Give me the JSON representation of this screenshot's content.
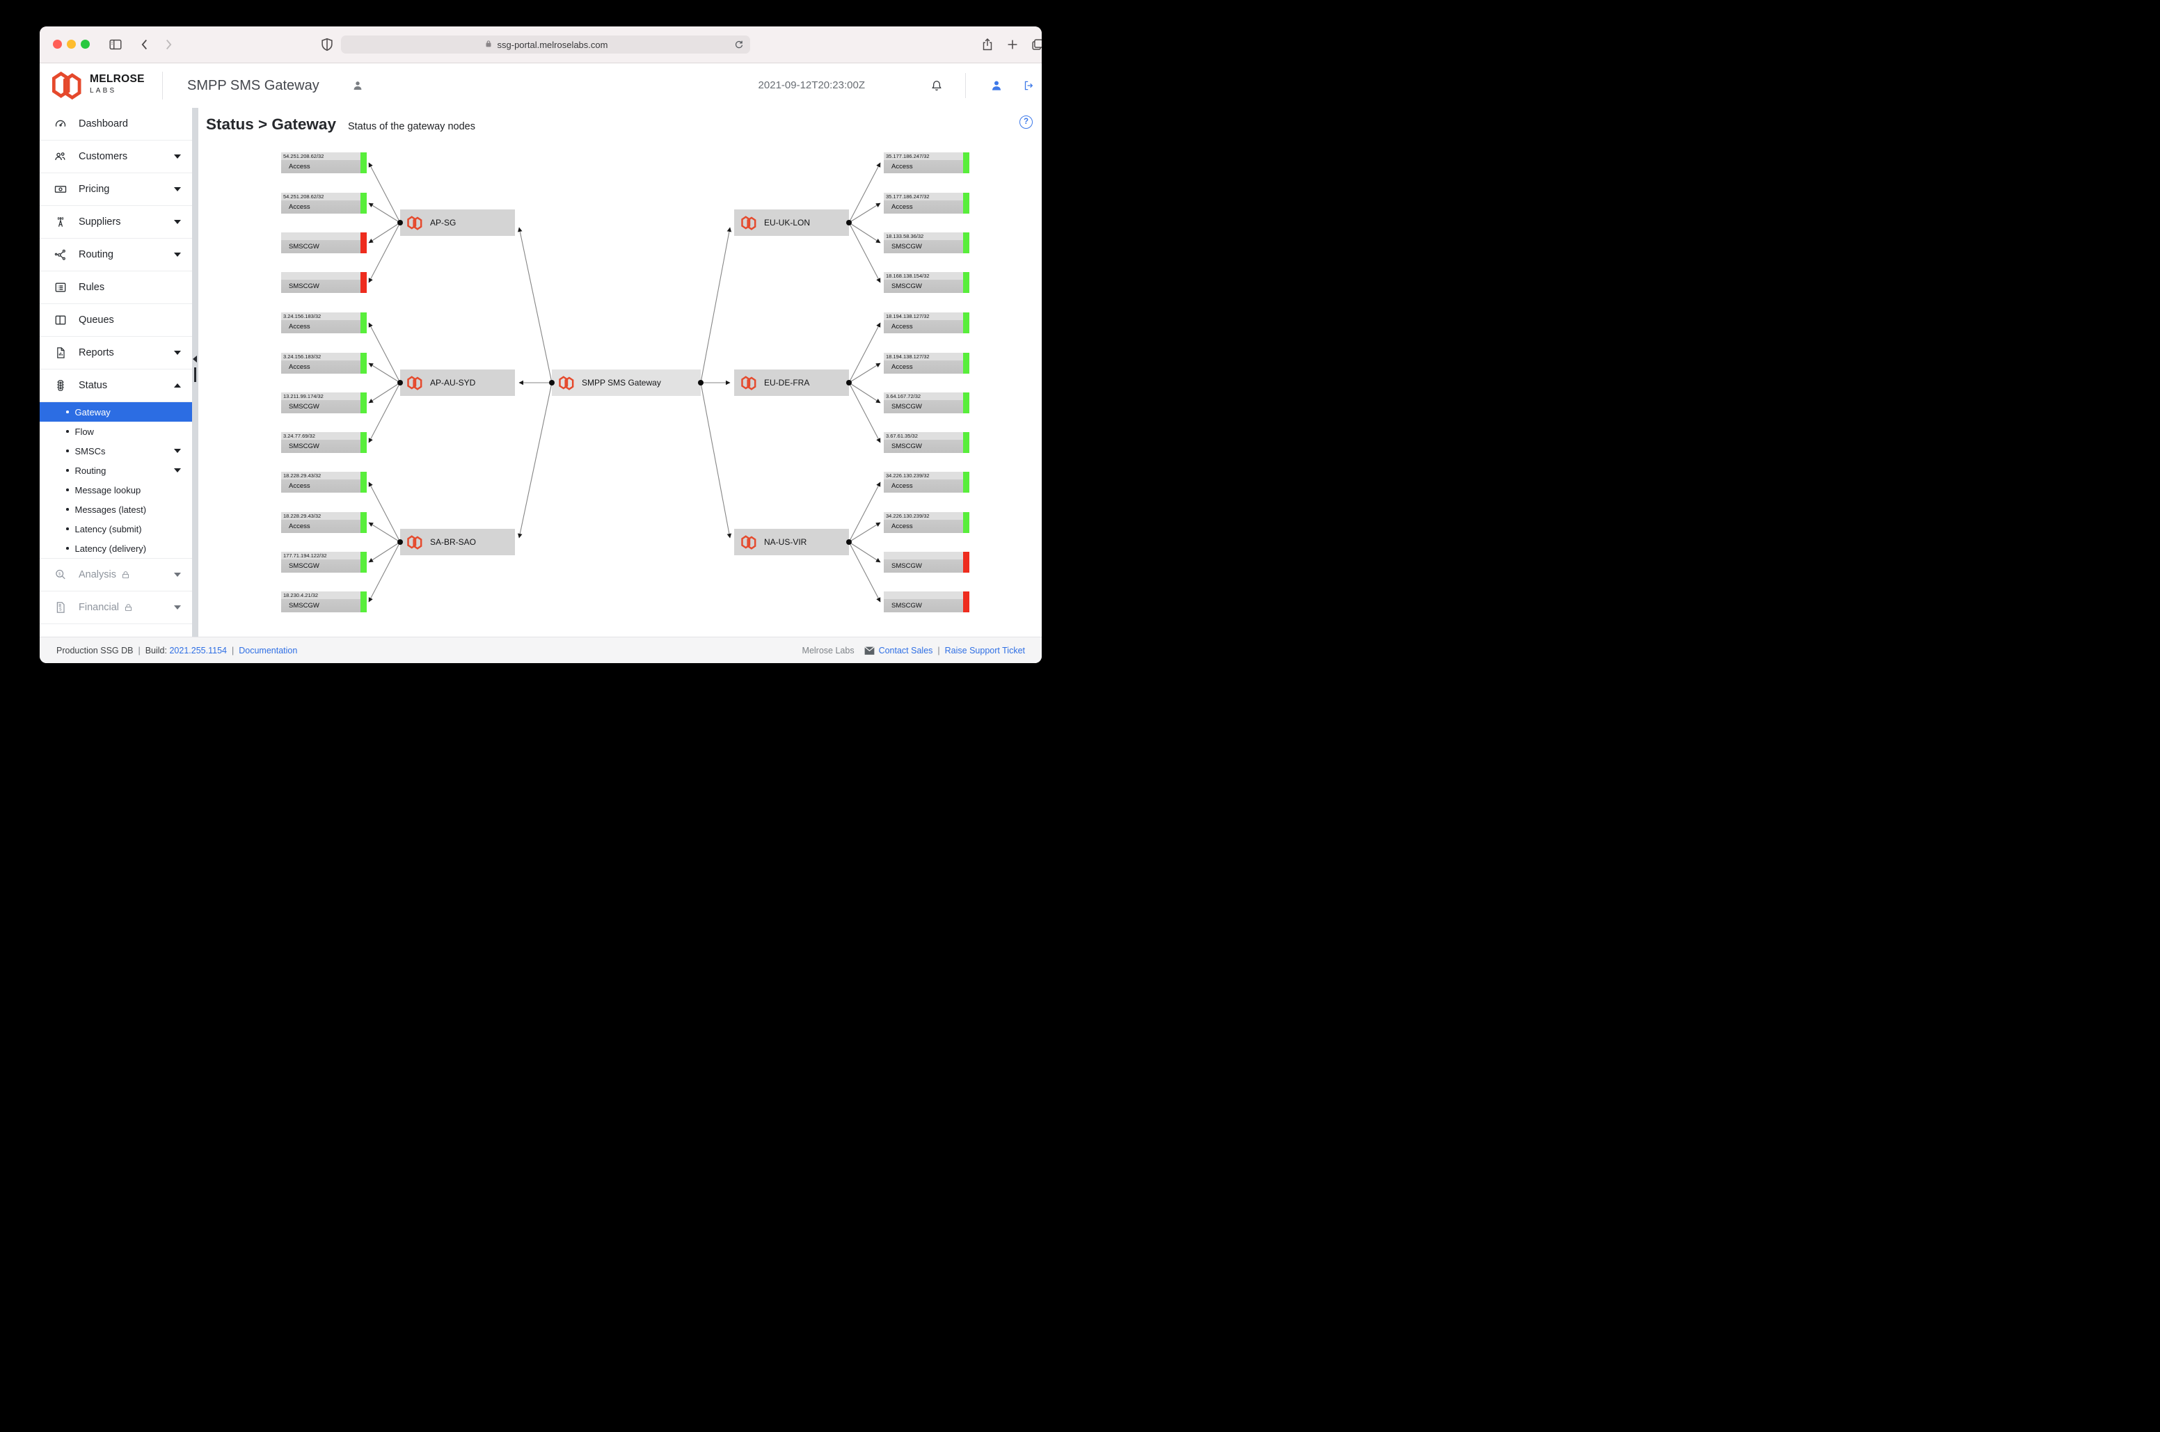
{
  "browser": {
    "url": "ssg-portal.melroselabs.com"
  },
  "header": {
    "brand_name": "MELROSE",
    "brand_sub": "LABS",
    "app_title": "SMPP SMS Gateway",
    "timestamp": "2021-09-12T20:23:00Z"
  },
  "sidebar": {
    "items": [
      {
        "label": "Dashboard"
      },
      {
        "label": "Customers",
        "expandable": true
      },
      {
        "label": "Pricing",
        "expandable": true
      },
      {
        "label": "Suppliers",
        "expandable": true
      },
      {
        "label": "Routing",
        "expandable": true
      },
      {
        "label": "Rules"
      },
      {
        "label": "Queues"
      },
      {
        "label": "Reports",
        "expandable": true
      },
      {
        "label": "Status",
        "expanded": true
      }
    ],
    "status_subitems": [
      {
        "label": "Gateway",
        "selected": true
      },
      {
        "label": "Flow"
      },
      {
        "label": "SMSCs",
        "expandable": true
      },
      {
        "label": "Routing",
        "expandable": true
      },
      {
        "label": "Message lookup"
      },
      {
        "label": "Messages (latest)"
      },
      {
        "label": "Latency (submit)"
      },
      {
        "label": "Latency (delivery)"
      }
    ],
    "locked_items": [
      {
        "label": "Analysis",
        "locked": true
      },
      {
        "label": "Financial",
        "locked": true
      }
    ]
  },
  "page": {
    "title": "Status > Gateway",
    "subtitle": "Status of the gateway nodes",
    "help_glyph": "?"
  },
  "diagram": {
    "center": {
      "label": "SMPP SMS Gateway"
    },
    "status_colors": {
      "up": "#58ee3b",
      "down": "#ee2c1e"
    },
    "regions": [
      {
        "name": "AP-SG",
        "side": "left",
        "leaves": [
          {
            "ip": "54.251.208.62/32",
            "label": "Access",
            "status": "up"
          },
          {
            "ip": "54.251.208.62/32",
            "label": "Access",
            "status": "up"
          },
          {
            "ip": "",
            "label": "SMSCGW",
            "status": "down"
          },
          {
            "ip": "",
            "label": "SMSCGW",
            "status": "down"
          }
        ]
      },
      {
        "name": "AP-AU-SYD",
        "side": "left",
        "leaves": [
          {
            "ip": "3.24.156.183/32",
            "label": "Access",
            "status": "up"
          },
          {
            "ip": "3.24.156.183/32",
            "label": "Access",
            "status": "up"
          },
          {
            "ip": "13.211.99.174/32",
            "label": "SMSCGW",
            "status": "up"
          },
          {
            "ip": "3.24.77.69/32",
            "label": "SMSCGW",
            "status": "up"
          }
        ]
      },
      {
        "name": "SA-BR-SAO",
        "side": "left",
        "leaves": [
          {
            "ip": "18.228.29.43/32",
            "label": "Access",
            "status": "up"
          },
          {
            "ip": "18.228.29.43/32",
            "label": "Access",
            "status": "up"
          },
          {
            "ip": "177.71.194.122/32",
            "label": "SMSCGW",
            "status": "up"
          },
          {
            "ip": "18.230.4.21/32",
            "label": "SMSCGW",
            "status": "up"
          }
        ]
      },
      {
        "name": "EU-UK-LON",
        "side": "right",
        "leaves": [
          {
            "ip": "35.177.186.247/32",
            "label": "Access",
            "status": "up"
          },
          {
            "ip": "35.177.186.247/32",
            "label": "Access",
            "status": "up"
          },
          {
            "ip": "18.133.58.36/32",
            "label": "SMSCGW",
            "status": "up"
          },
          {
            "ip": "18.168.138.154/32",
            "label": "SMSCGW",
            "status": "up"
          }
        ]
      },
      {
        "name": "EU-DE-FRA",
        "side": "right",
        "leaves": [
          {
            "ip": "18.194.138.127/32",
            "label": "Access",
            "status": "up"
          },
          {
            "ip": "18.194.138.127/32",
            "label": "Access",
            "status": "up"
          },
          {
            "ip": "3.64.167.72/32",
            "label": "SMSCGW",
            "status": "up"
          },
          {
            "ip": "3.67.61.35/32",
            "label": "SMSCGW",
            "status": "up"
          }
        ]
      },
      {
        "name": "NA-US-VIR",
        "side": "right",
        "leaves": [
          {
            "ip": "34.226.130.239/32",
            "label": "Access",
            "status": "up"
          },
          {
            "ip": "34.226.130.239/32",
            "label": "Access",
            "status": "up"
          },
          {
            "ip": "",
            "label": "SMSCGW",
            "status": "down"
          },
          {
            "ip": "",
            "label": "SMSCGW",
            "status": "down"
          }
        ]
      }
    ]
  },
  "footer": {
    "db_label": "Production SSG DB",
    "separator": "|",
    "build_label": "Build:",
    "build_value": "2021.255.1154",
    "docs_link": "Documentation",
    "company": "Melrose Labs",
    "contact_link": "Contact Sales",
    "support_link": "Raise Support Ticket"
  }
}
